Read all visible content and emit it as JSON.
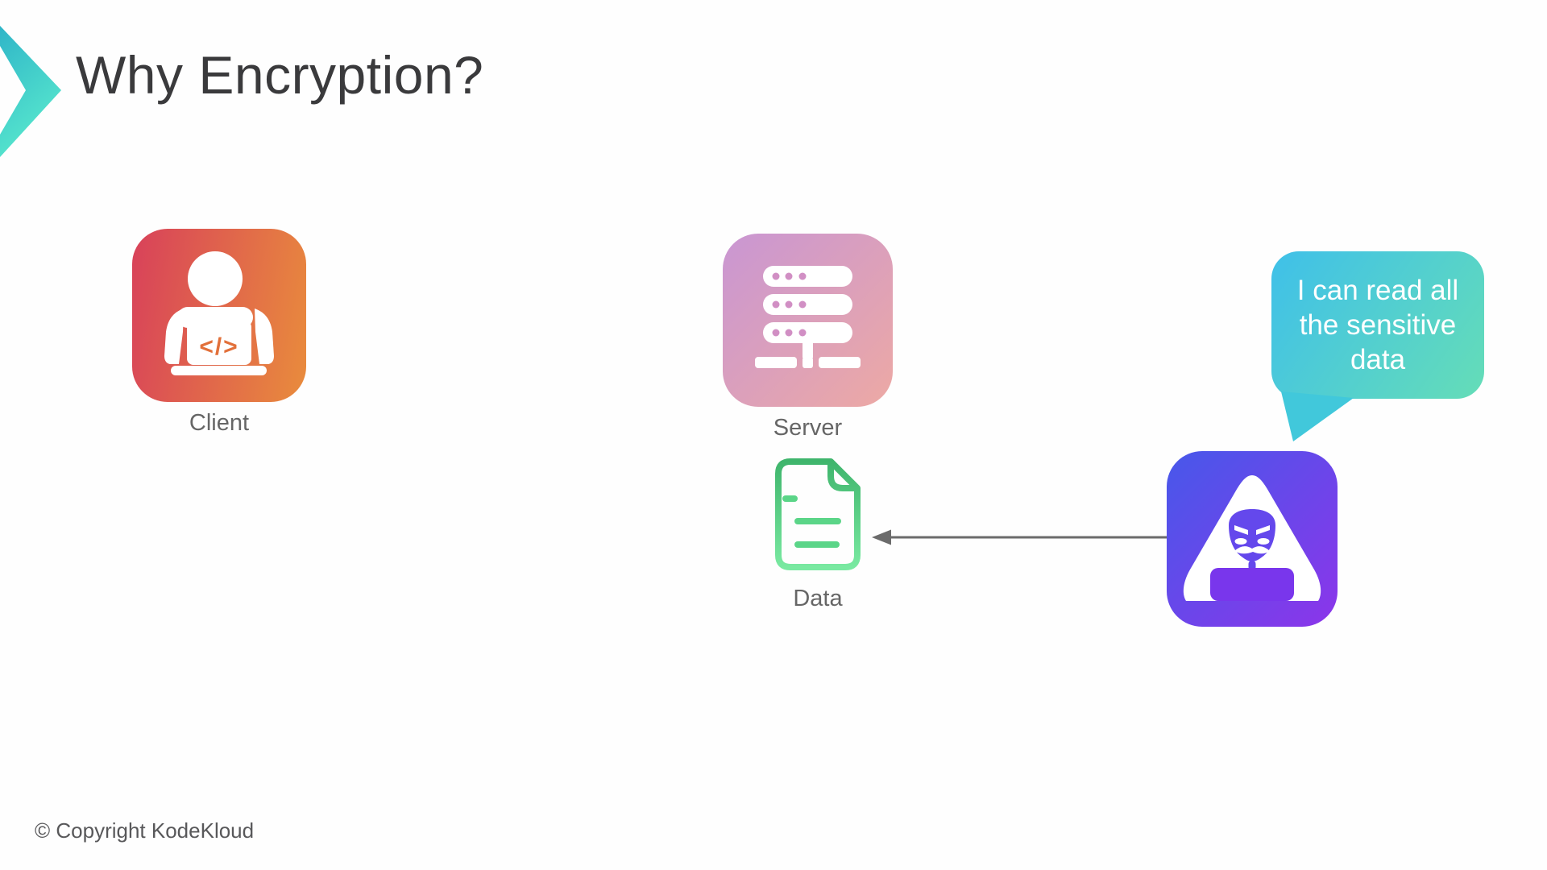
{
  "slide": {
    "title": "Why Encryption?",
    "footer": "© Copyright KodeKloud"
  },
  "diagram": {
    "client": {
      "label": "Client",
      "code_glyph": "</>"
    },
    "server": {
      "label": "Server"
    },
    "data": {
      "label": "Data"
    },
    "hacker": {
      "speech": "I can read all\nthe sensitive\ndata"
    }
  },
  "icons": {
    "logo": "kodekloud-chevron-logo",
    "client": "developer-person-icon",
    "server": "server-rack-icon",
    "data": "document-icon",
    "hacker": "anonymous-hacker-icon",
    "arrow": "arrow-left-icon",
    "speech": "speech-bubble"
  },
  "colors": {
    "background": "#fefefe",
    "title_text": "#3a3a3c",
    "label_text": "#666666",
    "footer_text": "#58585a",
    "chevron_gradient": [
      "#2fb5c8",
      "#58e8cd"
    ],
    "client_gradient": [
      "#d8415a",
      "#e98c3c"
    ],
    "client_code_glyph": "#e2703a",
    "server_gradient": [
      "#c996d3",
      "#eda9a4"
    ],
    "server_dots": "#d18fc4",
    "data_doc_gradient": [
      "#3fb56c",
      "#79e9a1"
    ],
    "data_doc_lines": "#5bd588",
    "arrow": "#6b6b6b",
    "hacker_gradient": [
      "#4758ea",
      "#8c35ea"
    ],
    "hacker_mask": "#6448ec",
    "hacker_laptop": "#7936ec",
    "bubble_gradient": [
      "#3fc0e9",
      "#65ddb7"
    ],
    "bubble_tail": "#41c8db",
    "bubble_text": "#ffffff"
  }
}
